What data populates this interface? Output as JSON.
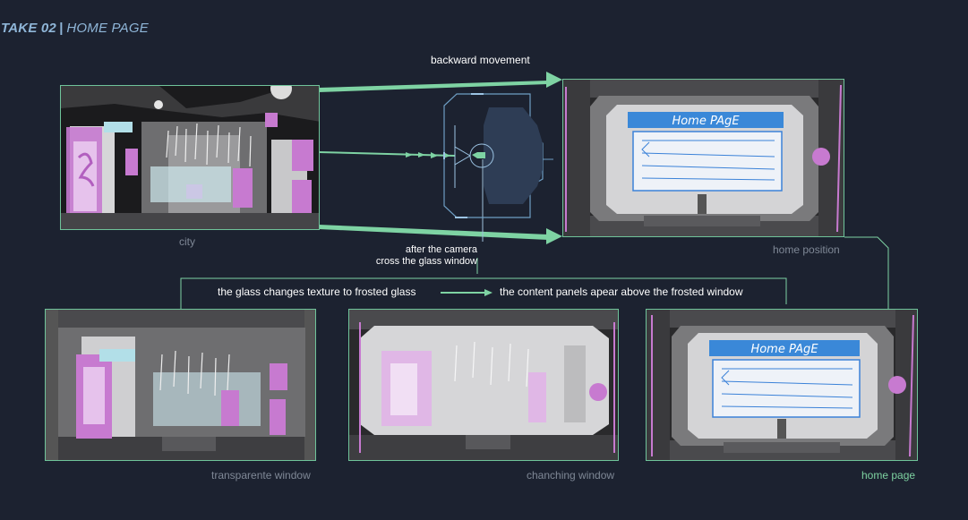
{
  "title": {
    "take": "TAKE 02",
    "separator": "|",
    "page": "HOME PAGE"
  },
  "labels": {
    "backward_movement": "backward movement",
    "city": "city",
    "home_position": "home position",
    "after_camera_line1": "after the camera",
    "after_camera_line2": "cross the glass window",
    "glass_changes": "the glass changes texture to frosted glass",
    "content_panels": "the content panels apear above the frosted window",
    "transparente_window": "transparente window",
    "chanching_window": "chanching window",
    "home_page": "home page"
  },
  "sketch_text": {
    "home_page": "Home PAgE"
  },
  "colors": {
    "background": "#1c2230",
    "panel_border": "#6fc49a",
    "arrow": "#7ed3a3",
    "magenta": "#c77ad0",
    "sketch_blue": "#3b82d8",
    "camera_outline": "#6e9ec4"
  }
}
